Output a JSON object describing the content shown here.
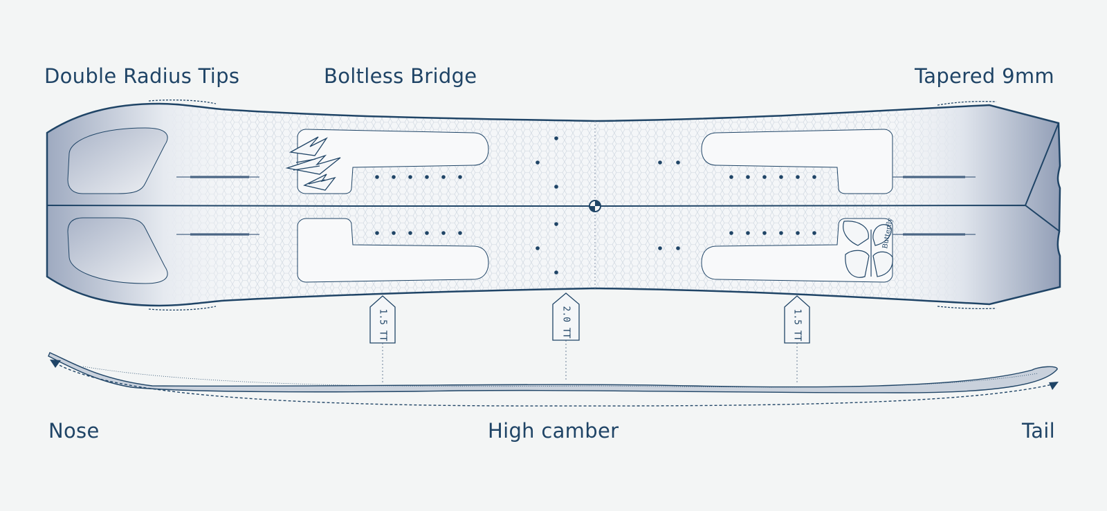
{
  "labels": {
    "double_radius_tips": "Double Radius Tips",
    "boltless_bridge": "Boltless Bridge",
    "tapered": "Tapered 9mm",
    "nose": "Nose",
    "high_camber": "High camber",
    "tail": "Tail"
  },
  "camber_tags": [
    {
      "text": "1.5 TT"
    },
    {
      "text": "2.0 TT"
    },
    {
      "text": "1.5 TT"
    }
  ],
  "logos": {
    "tail_logo_text": "Butterfly"
  },
  "colors": {
    "ink": "#1f4466",
    "background": "#f3f5f5",
    "board_base": "#f4f6f8",
    "board_shade": "#9aa6bd"
  }
}
